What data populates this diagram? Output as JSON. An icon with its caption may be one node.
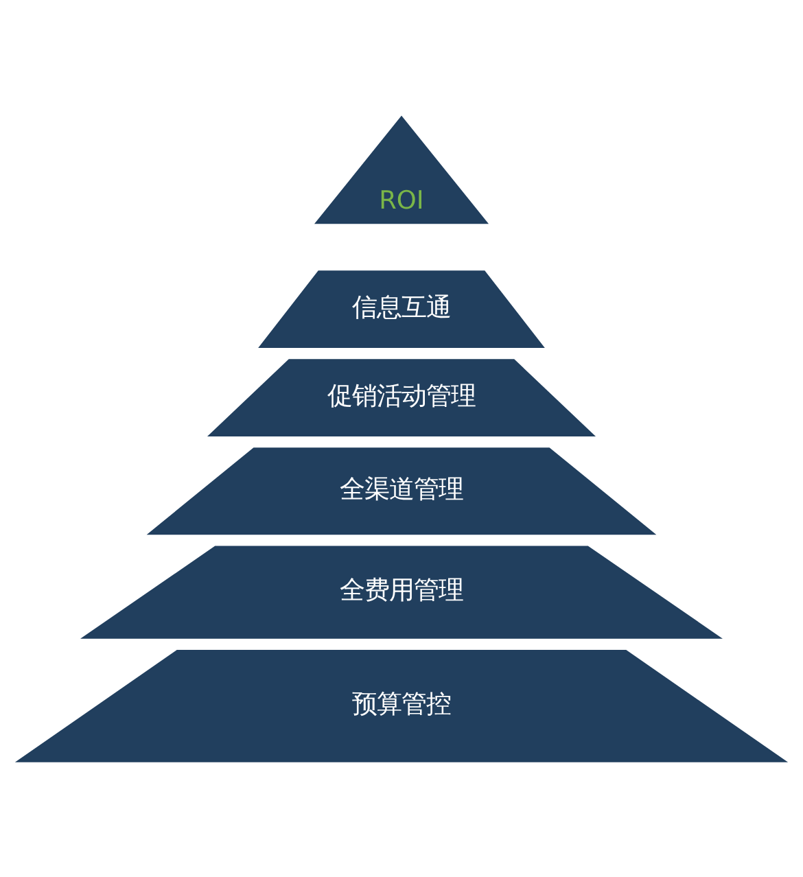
{
  "diagram": {
    "nodes": [
      {
        "text": [
          "ROI"
        ]
      },
      {
        "text": [
          "信息互通"
        ]
      },
      {
        "text": [
          "促销活动管理"
        ]
      },
      {
        "text": [
          "全渠道管理"
        ]
      },
      {
        "text": [
          "全费用管理"
        ]
      },
      {
        "text": [
          "预算管控"
        ]
      }
    ]
  }
}
